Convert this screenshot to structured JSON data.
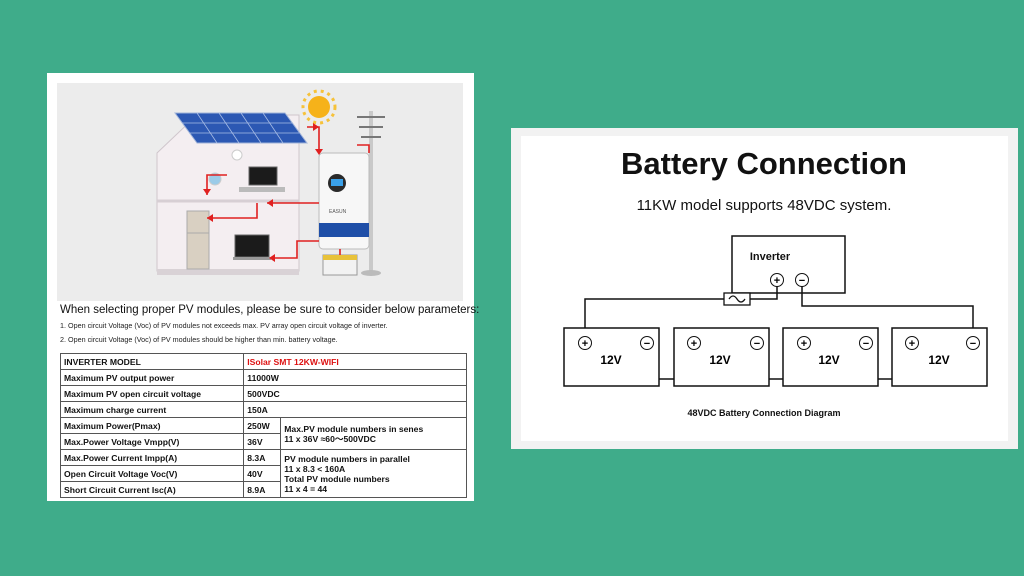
{
  "left": {
    "params_heading": "When selecting proper PV modules, please be sure to consider below parameters:",
    "notes": [
      "1. Open circuit Voltage (Voc) of PV modules not exceeds max. PV array open circuit voltage of inverter.",
      "2. Open circuit Voltage (Voc) of PV modules should be higher than min. battery voltage."
    ],
    "table": {
      "model_label": "INVERTER MODEL",
      "model_value": "ISolar SMT 12KW-WIFI",
      "top_rows": [
        {
          "label": "Maximum PV output power",
          "value": "11000W"
        },
        {
          "label": "Maximum PV open circuit voltage",
          "value": "500VDC"
        },
        {
          "label": "Maximum charge current",
          "value": "150A"
        }
      ],
      "mod_rows": [
        {
          "label": "Maximum Power(Pmax)",
          "value": "250W"
        },
        {
          "label": "Max.Power Voltage Vmpp(V)",
          "value": "36V"
        },
        {
          "label": "Max.Power Current Impp(A)",
          "value": "8.3A"
        },
        {
          "label": "Open Circuit Voltage Voc(V)",
          "value": "40V"
        },
        {
          "label": "Short Circuit Current Isc(A)",
          "value": "8.9A"
        }
      ],
      "series_title": "Max.PV module numbers in senes",
      "series_calc": "11 x 36V ≈60～500VDC",
      "parallel_title": "PV module numbers in parallel",
      "parallel_calc": "11 x 8.3 < 160A",
      "total_title": "Total PV module numbers",
      "total_calc": "11 x 4 = 44"
    },
    "colors": {
      "model_value": "#dd1111",
      "arrows": "#e02020"
    }
  },
  "right": {
    "title": "Battery Connection",
    "subtitle": "11KW model supports 48VDC system.",
    "inverter_label": "Inverter",
    "battery_label": "12V",
    "caption": "48VDC Battery Connection Diagram",
    "plus": "+",
    "minus": "−"
  }
}
